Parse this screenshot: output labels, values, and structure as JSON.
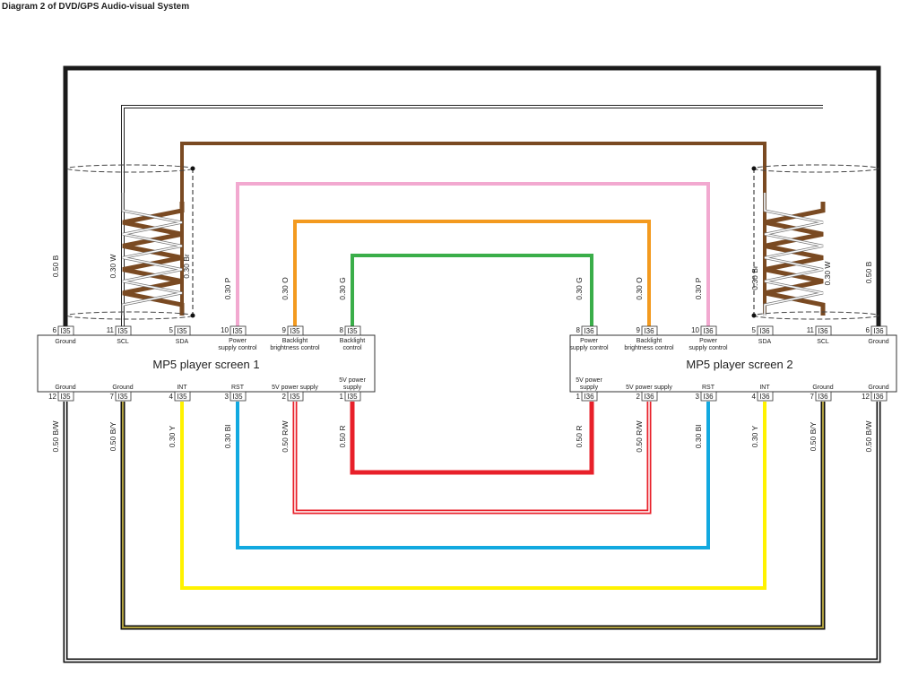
{
  "title": "Diagram 2 of DVD/GPS Audio-visual System",
  "colors": {
    "B": "#1a1a1a",
    "W": "#ffffff",
    "Br": "#7a4a22",
    "P": "#f2a9d0",
    "O": "#f39a1f",
    "G": "#3aae49",
    "R": "#e8202a",
    "Bl": "#12a9e0",
    "Y": "#fff200",
    "B/Y_stripe": "#b0a040"
  },
  "components": [
    {
      "name": "MP5 player screen 1",
      "connector": "I35",
      "top_pins": [
        {
          "pin": "6",
          "label": "Ground",
          "wire": "0.50 B"
        },
        {
          "pin": "11",
          "label": "SCL",
          "wire": "0.30 W"
        },
        {
          "pin": "5",
          "label": "SDA",
          "wire": "0.30 Br"
        },
        {
          "pin": "10",
          "label": "Power supply control",
          "wire": "0.30 P"
        },
        {
          "pin": "9",
          "label": "Backlight brightness control",
          "wire": "0.30 O"
        },
        {
          "pin": "8",
          "label": "Backlight control",
          "wire": "0.30 G"
        }
      ],
      "bottom_pins": [
        {
          "pin": "12",
          "label": "Ground",
          "wire": "0.50 B/W"
        },
        {
          "pin": "7",
          "label": "Ground",
          "wire": "0.50 B/Y"
        },
        {
          "pin": "4",
          "label": "INT",
          "wire": "0.30 Y"
        },
        {
          "pin": "3",
          "label": "RST",
          "wire": "0.30 Bl"
        },
        {
          "pin": "2",
          "label": "5V power supply",
          "wire": "0.50 R/W"
        },
        {
          "pin": "1",
          "label": "5V power supply",
          "wire": "0.50 R"
        }
      ]
    },
    {
      "name": "MP5 player screen 2",
      "connector": "I36",
      "top_pins": [
        {
          "pin": "8",
          "label": "Power supply control",
          "wire": "0.30 G"
        },
        {
          "pin": "9",
          "label": "Backlight brightness control",
          "wire": "0.30 O"
        },
        {
          "pin": "10",
          "label": "Power supply control",
          "wire": "0.30 P"
        },
        {
          "pin": "5",
          "label": "SDA",
          "wire": "0.30 Br"
        },
        {
          "pin": "11",
          "label": "SCL",
          "wire": "0.30 W"
        },
        {
          "pin": "6",
          "label": "Ground",
          "wire": "0.50 B"
        }
      ],
      "bottom_pins": [
        {
          "pin": "1",
          "label": "5V power supply",
          "wire": "0.50 R"
        },
        {
          "pin": "2",
          "label": "5V power supply",
          "wire": "0.50 R/W"
        },
        {
          "pin": "3",
          "label": "RST",
          "wire": "0.30 Bl"
        },
        {
          "pin": "4",
          "label": "INT",
          "wire": "0.30 Y"
        },
        {
          "pin": "7",
          "label": "Ground",
          "wire": "0.50 B/Y"
        },
        {
          "pin": "12",
          "label": "Ground",
          "wire": "0.50 B/W"
        }
      ]
    }
  ]
}
